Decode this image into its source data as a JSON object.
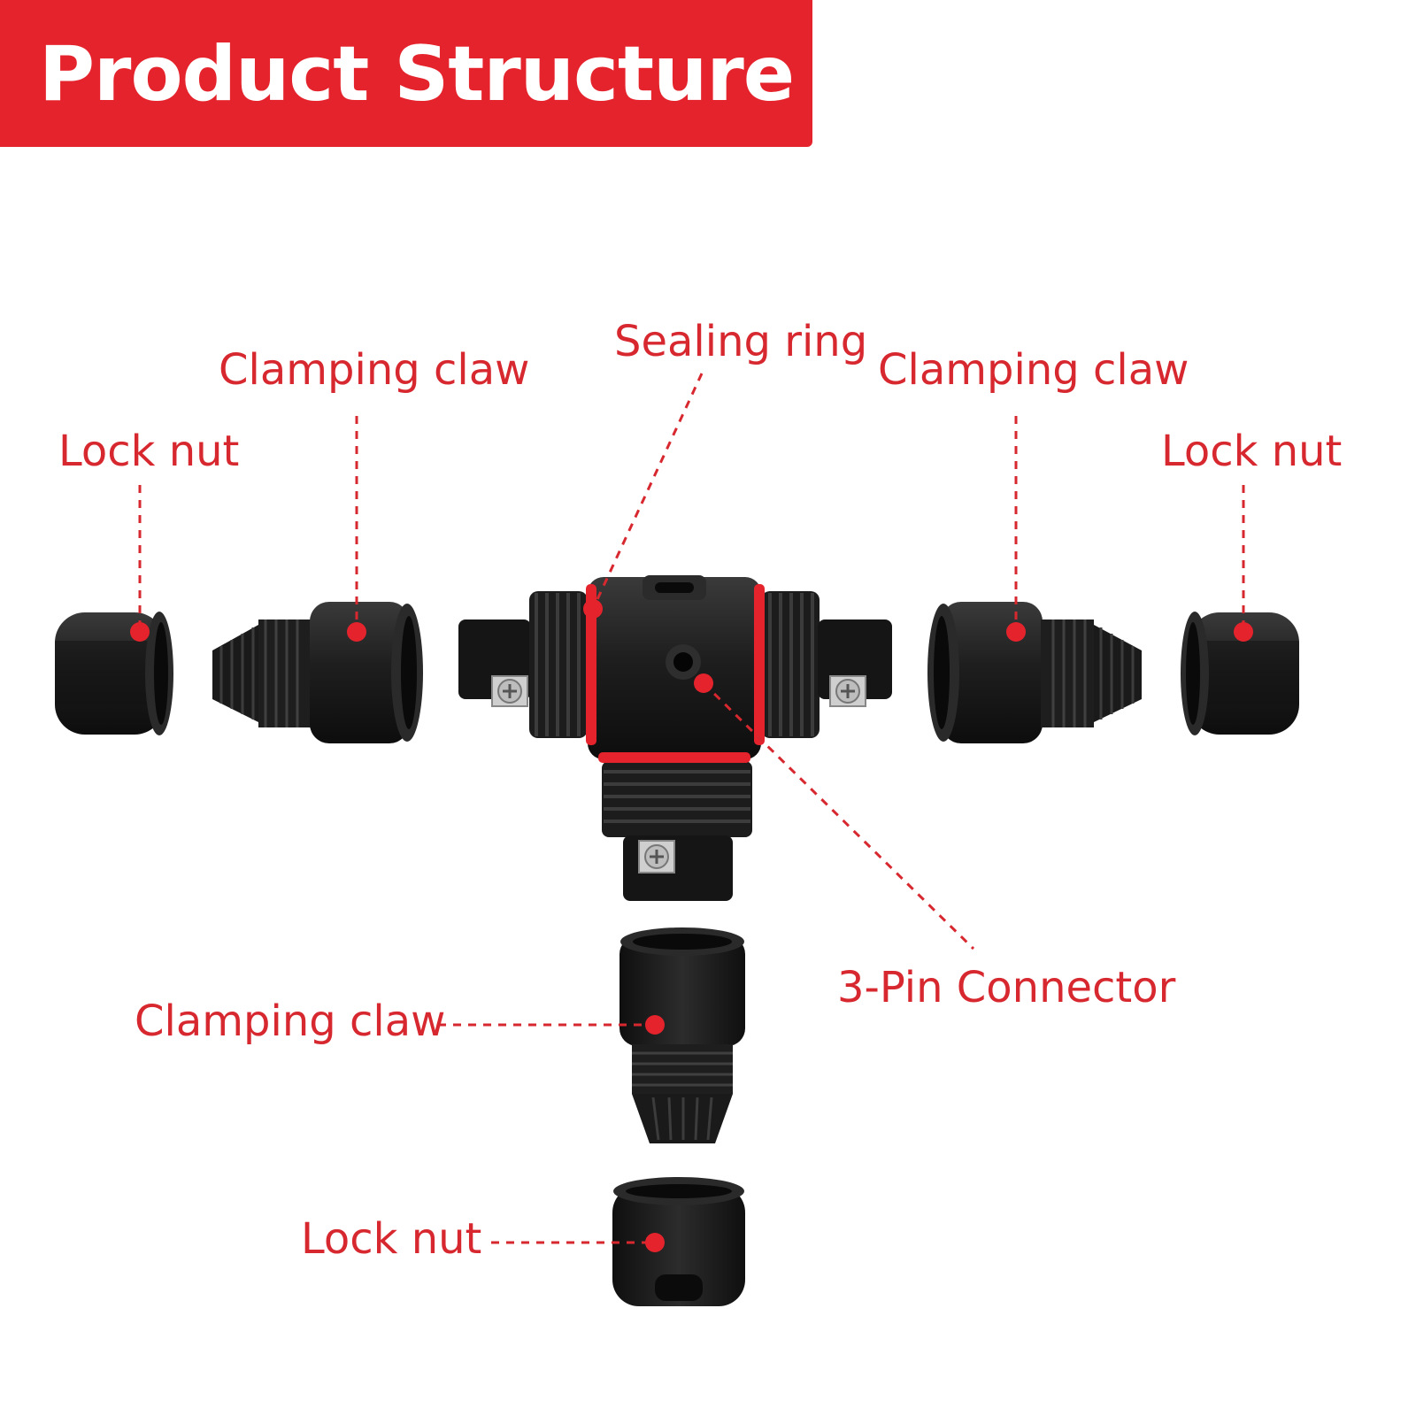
{
  "title": "Product Structure",
  "colors": {
    "accent": "#e5232c",
    "label": "#d7282f",
    "part": "#1c1c1c",
    "screw": "#c9c9c9"
  },
  "labels": {
    "sealing_ring": "Sealing ring",
    "clamping_claw_left": "Clamping claw",
    "clamping_claw_right": "Clamping claw",
    "clamping_claw_bottom": "Clamping claw",
    "lock_nut_left": "Lock nut",
    "lock_nut_right": "Lock nut",
    "lock_nut_bottom": "Lock nut",
    "connector": "3-Pin Connector"
  }
}
